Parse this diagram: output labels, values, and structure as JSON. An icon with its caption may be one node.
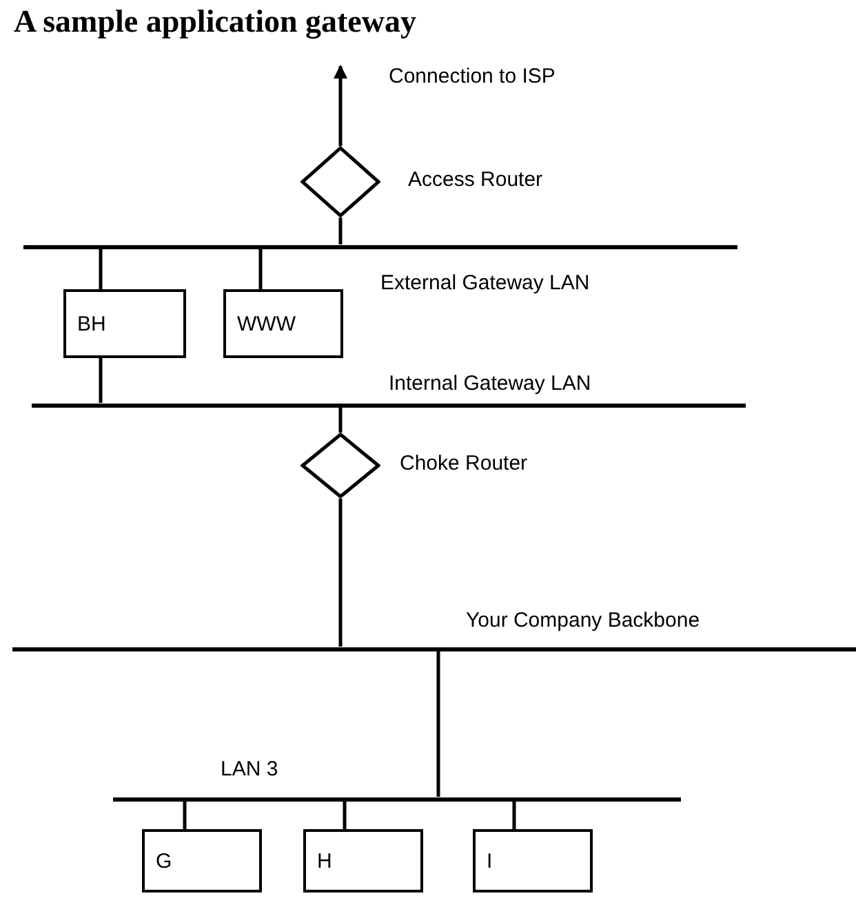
{
  "diagram": {
    "title": "A sample application gateway",
    "nodes": [
      {
        "text": [],
        "shape": "diamond",
        "beside": [
          "Access Router"
        ]
      },
      {
        "text": [],
        "shape": "bar",
        "beside": [
          "External Gateway LAN"
        ]
      },
      {
        "text": [
          "BH"
        ]
      },
      {
        "text": [
          "WWW"
        ]
      },
      {
        "text": [],
        "shape": "bar",
        "beside": [
          "Internal Gateway LAN"
        ]
      },
      {
        "text": [],
        "shape": "diamond",
        "beside": [
          "Choke Router"
        ]
      },
      {
        "text": [],
        "shape": "bar",
        "beside": [
          "Your Company Backbone"
        ]
      },
      {
        "text": [],
        "shape": "bar",
        "beside": [
          "LAN 3"
        ]
      },
      {
        "text": [
          "G"
        ]
      },
      {
        "text": [
          "H"
        ]
      },
      {
        "text": [
          "I"
        ]
      }
    ],
    "edges": [
      {
        "from": 0,
        "to": null,
        "arrow": "to",
        "label": "Connection to ISP"
      },
      {
        "from": 0,
        "to": 1,
        "arrow": "none"
      },
      {
        "from": 1,
        "to": 2,
        "arrow": "none"
      },
      {
        "from": 1,
        "to": 3,
        "arrow": "none"
      },
      {
        "from": 2,
        "to": 4,
        "arrow": "none"
      },
      {
        "from": 4,
        "to": 5,
        "arrow": "none"
      },
      {
        "from": 5,
        "to": 6,
        "arrow": "none"
      },
      {
        "from": 6,
        "to": 7,
        "arrow": "none"
      },
      {
        "from": 7,
        "to": 8,
        "arrow": "none"
      },
      {
        "from": 7,
        "to": 9,
        "arrow": "none"
      },
      {
        "from": 7,
        "to": 10,
        "arrow": "none"
      }
    ]
  }
}
